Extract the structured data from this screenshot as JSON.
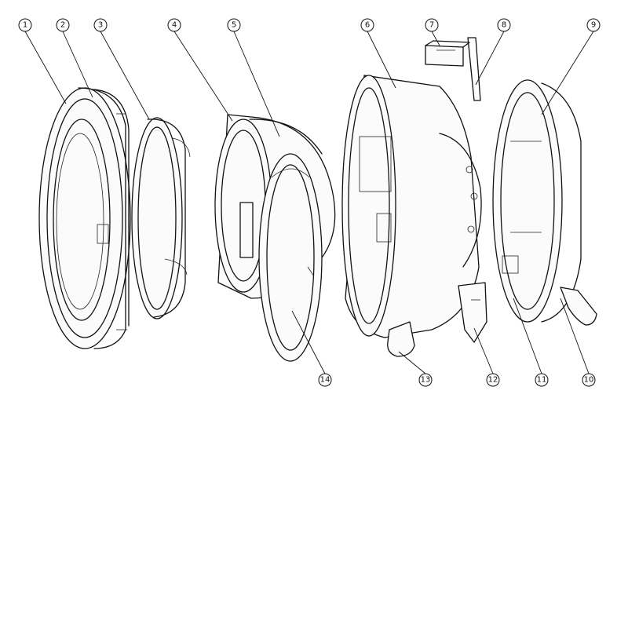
{
  "callouts": [
    "1",
    "2",
    "3",
    "4",
    "5",
    "6",
    "7",
    "8",
    "9",
    "10",
    "11",
    "12",
    "13",
    "14"
  ],
  "colors": {
    "line": "#111111",
    "background": "#ffffff"
  }
}
